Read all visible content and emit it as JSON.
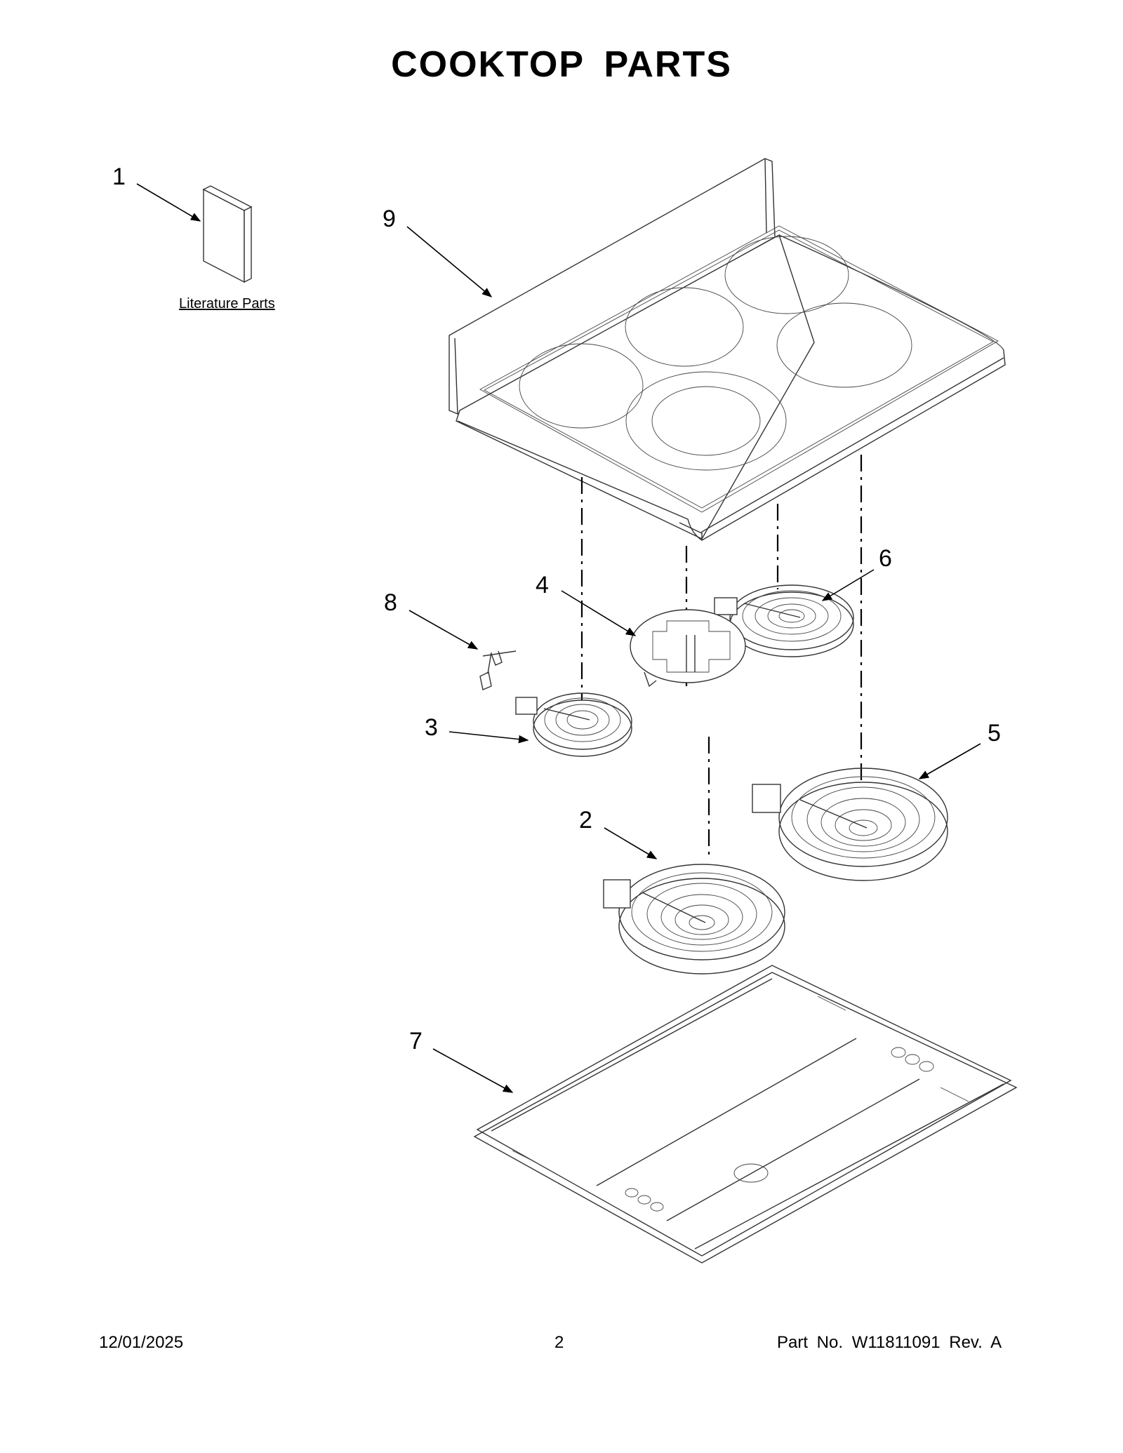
{
  "page": {
    "title": "COOKTOP  PARTS",
    "date": "12/01/2025",
    "page_number": "2",
    "part_number": "Part No.  W11811091  Rev.  A"
  },
  "literature_label": "Literature Parts",
  "callouts": [
    "1",
    "2",
    "3",
    "4",
    "5",
    "6",
    "7",
    "8",
    "9"
  ]
}
